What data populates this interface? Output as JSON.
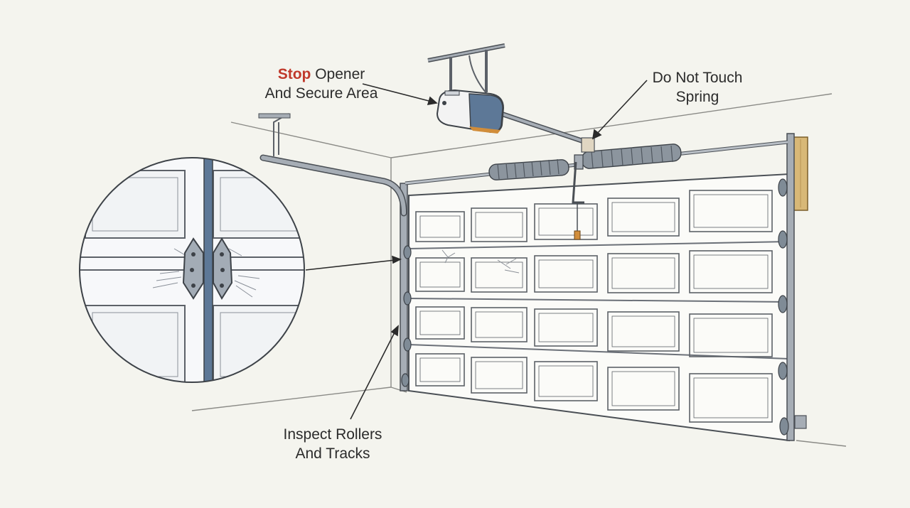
{
  "colors": {
    "background": "#f4f4ee",
    "ink": "#2b2b2b",
    "accent": "#c0392b",
    "door_face": "#fbfbf8",
    "steel": "#7f8b96",
    "opener_blue": "#5d7897",
    "wood": "#d8b877"
  },
  "callouts": {
    "opener": {
      "accent_word": "Stop",
      "rest_line1": " Opener",
      "line2": "And Secure Area"
    },
    "spring": {
      "line1": "Do Not Touch",
      "line2": "Spring"
    },
    "rollers": {
      "line1": "Inspect Rollers",
      "line2": "And Tracks"
    }
  },
  "icons": {
    "opener": "garage-opener-motor-icon",
    "spring": "torsion-spring-icon",
    "hinge": "hinge-icon",
    "magnifier": "detail-magnifier-icon"
  }
}
